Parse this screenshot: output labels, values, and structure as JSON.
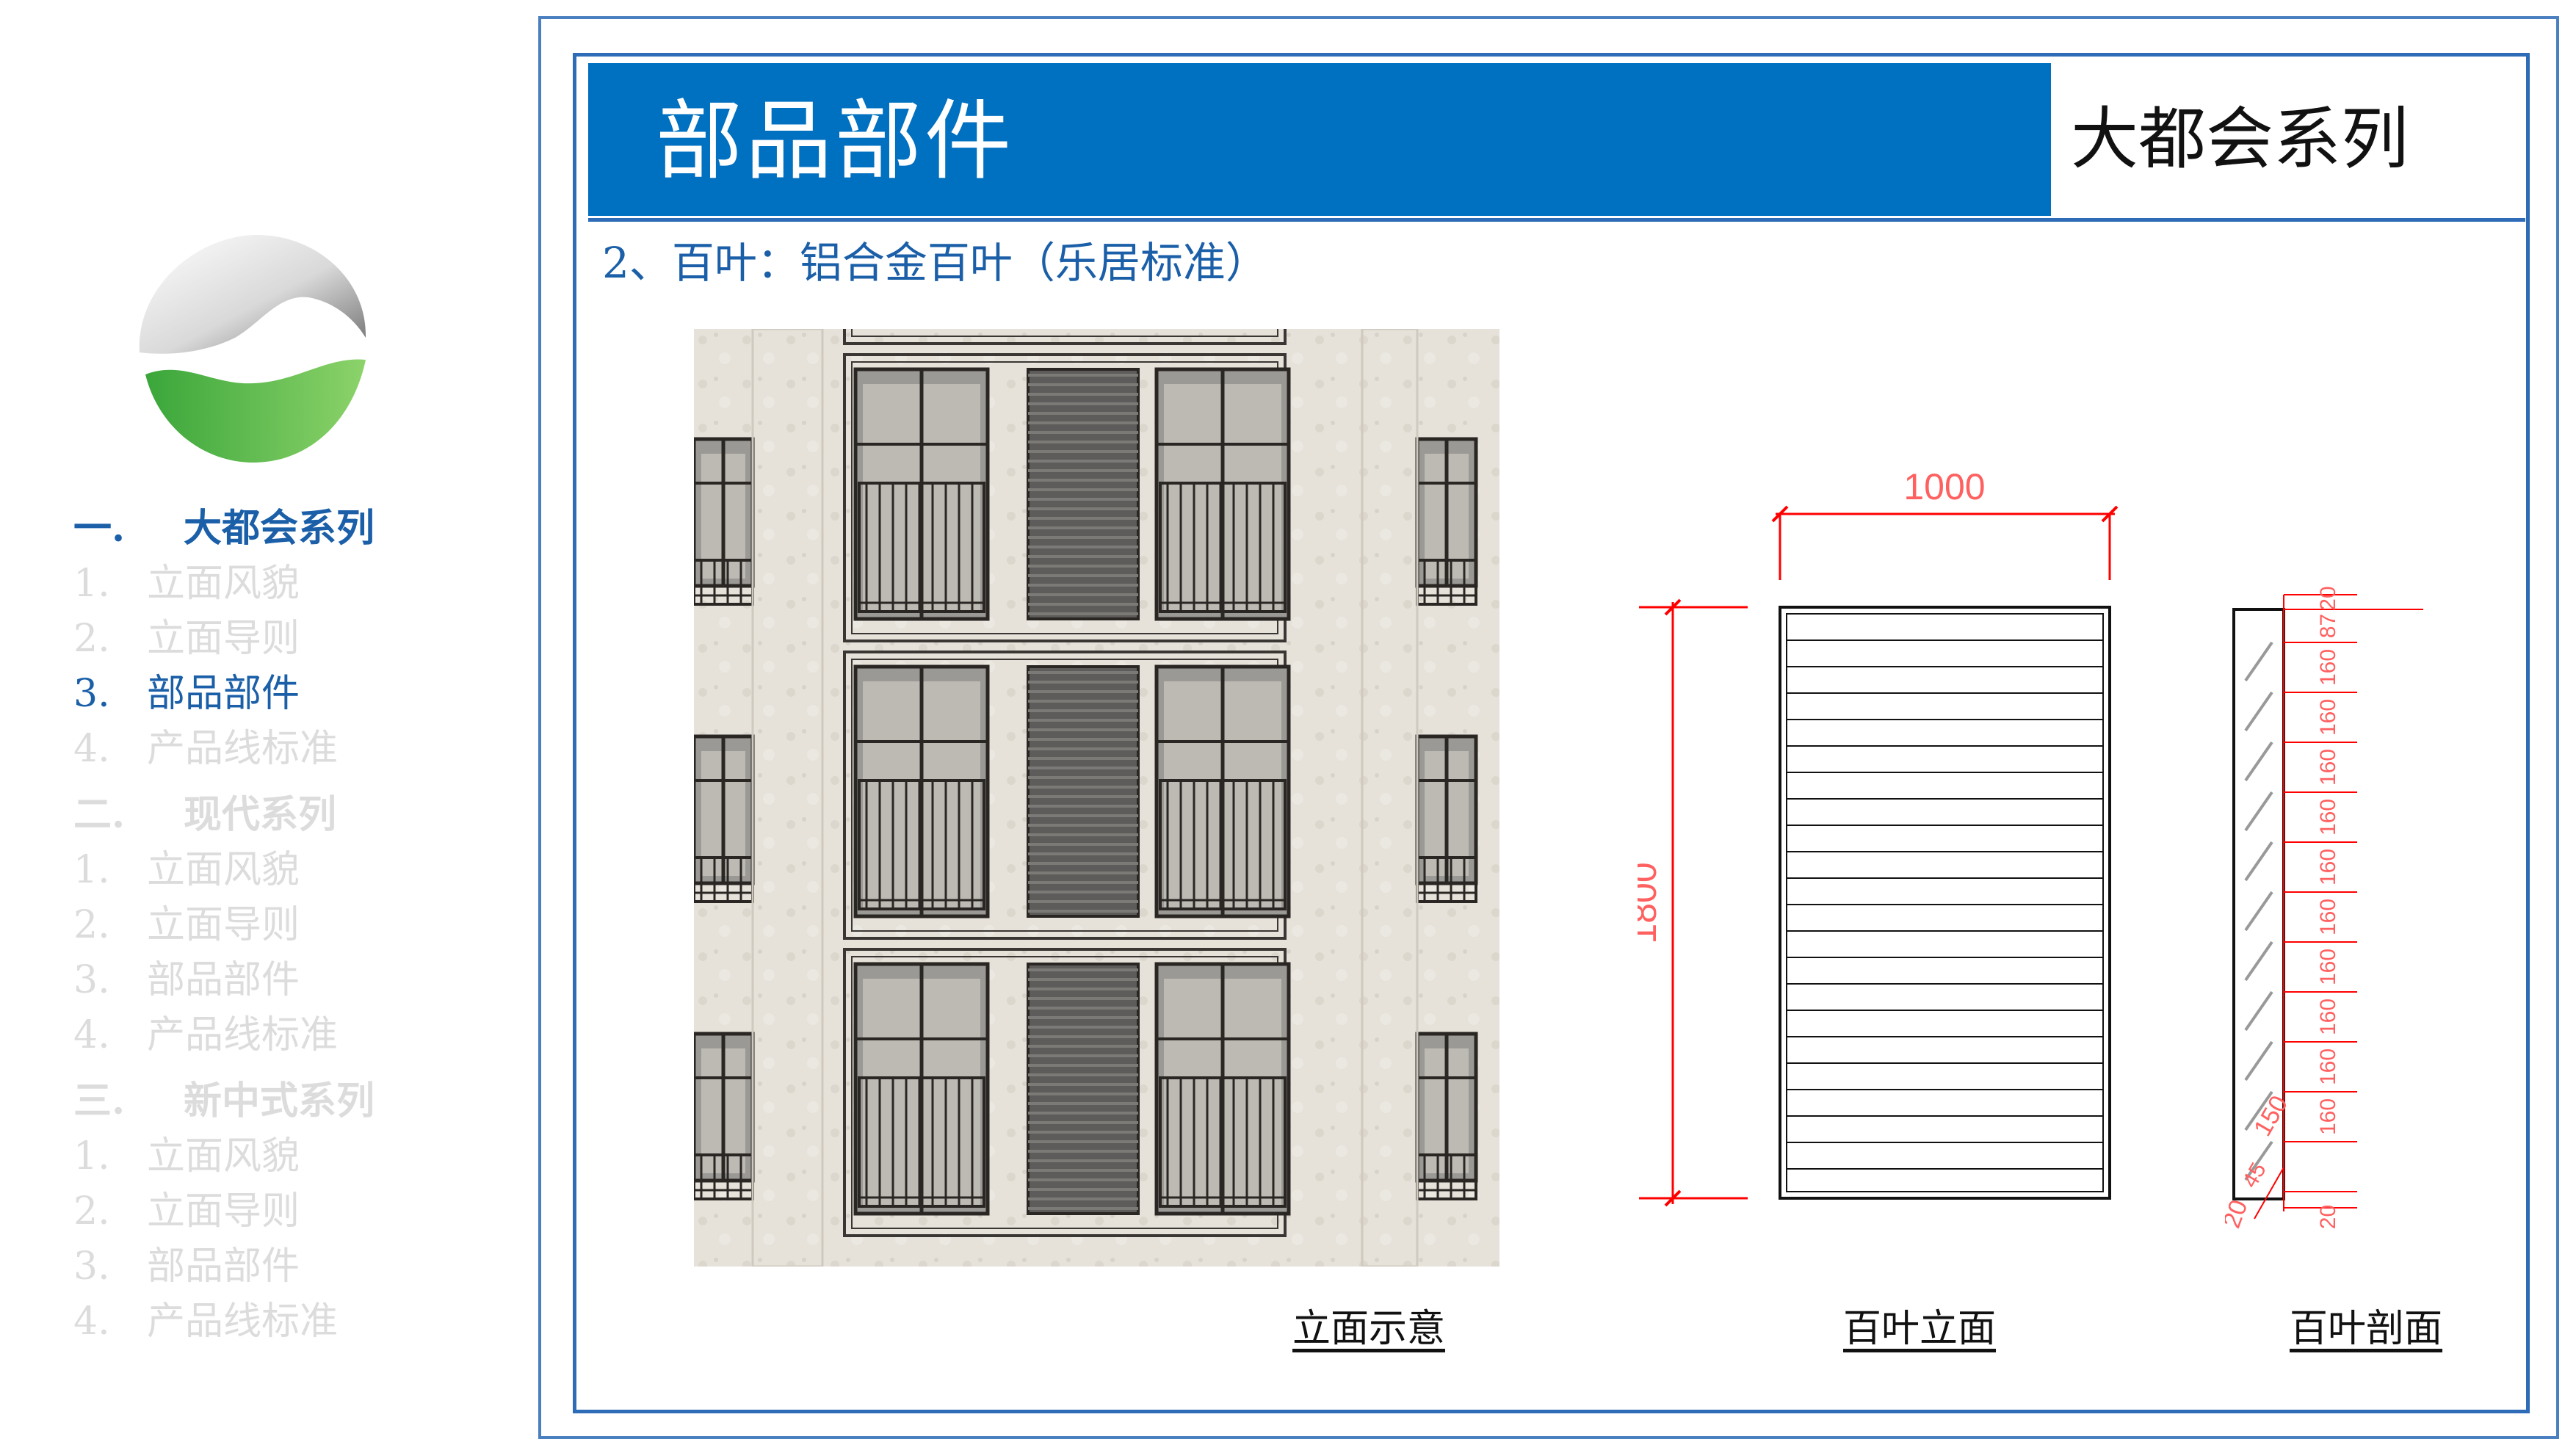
{
  "sidebar": {
    "nav": [
      {
        "num": "一.",
        "label": "大都会系列",
        "level": "section",
        "active": true
      },
      {
        "num": "1.",
        "label": "立面风貌",
        "level": "sub",
        "active": false
      },
      {
        "num": "2.",
        "label": "立面导则",
        "level": "sub",
        "active": false
      },
      {
        "num": "3.",
        "label": "部品部件",
        "level": "sub",
        "active": true
      },
      {
        "num": "4.",
        "label": "产品线标准",
        "level": "sub",
        "active": false
      },
      {
        "num": "二.",
        "label": "现代系列",
        "level": "section",
        "active": false
      },
      {
        "num": "1.",
        "label": "立面风貌",
        "level": "sub",
        "active": false
      },
      {
        "num": "2.",
        "label": "立面导则",
        "level": "sub",
        "active": false
      },
      {
        "num": "3.",
        "label": "部品部件",
        "level": "sub",
        "active": false
      },
      {
        "num": "4.",
        "label": "产品线标准",
        "level": "sub",
        "active": false
      },
      {
        "num": "三.",
        "label": "新中式系列",
        "level": "section",
        "active": false
      },
      {
        "num": "1.",
        "label": "立面风貌",
        "level": "sub",
        "active": false
      },
      {
        "num": "2.",
        "label": "立面导则",
        "level": "sub",
        "active": false
      },
      {
        "num": "3.",
        "label": "部品部件",
        "level": "sub",
        "active": false
      },
      {
        "num": "4.",
        "label": "产品线标准",
        "level": "sub",
        "active": false
      }
    ]
  },
  "header": {
    "title": "部品部件",
    "series": "大都会系列"
  },
  "subtitle": "2、百叶：铝合金百叶（乐居标准）",
  "drawings": {
    "elevation": {
      "width_dim": "1000",
      "height_dim": "1800"
    },
    "section": {
      "dims": [
        "20",
        "87",
        "160",
        "160",
        "160",
        "160",
        "160",
        "160",
        "160",
        "160",
        "160",
        "160",
        "20"
      ],
      "slat_dim": "150",
      "angle_dim": "45",
      "gap_dim": "20"
    }
  },
  "captions": {
    "facade": "立面示意",
    "elevation": "百叶立面",
    "section": "百叶剖面"
  },
  "colors": {
    "brand_blue": "#0070c0",
    "nav_active": "#1a5fa8",
    "nav_inactive": "#dcdcdc",
    "dimension_red": "#ff0000"
  }
}
